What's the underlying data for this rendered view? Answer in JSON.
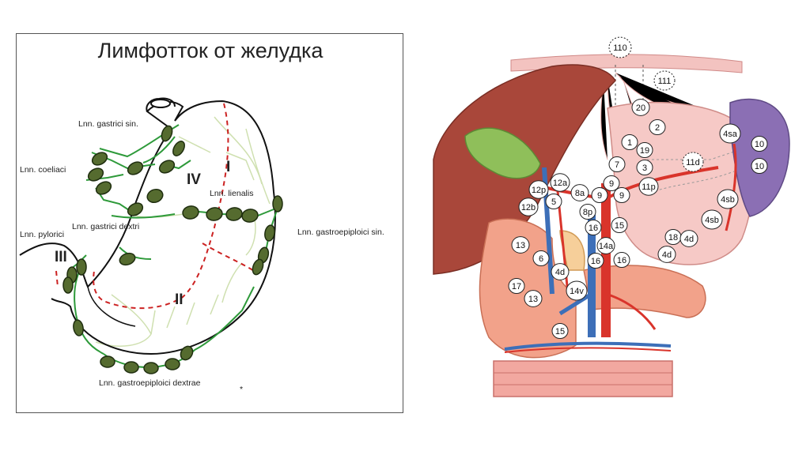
{
  "left": {
    "title": "Лимфотток от желудка",
    "labels": {
      "gastrici_sin": "Lnn. gastrici sin.",
      "coeliaci": "Lnn. coeliaci",
      "lienalis": "Lnn. lienalis",
      "gastrici_dextri": "Lnn. gastrici dextri",
      "pylorici": "Lnn. pylorici",
      "gastroepiploici_sin": "Lnn. gastroepiploici sin.",
      "gastroepiploici_dextrae": "Lnn. gastroepiploici dextrae",
      "asterisk": "*"
    },
    "zones": {
      "I": "I",
      "II": "II",
      "III": "III",
      "IV": "IV"
    }
  },
  "right": {
    "nodes": [
      {
        "id": "n110",
        "label": "110"
      },
      {
        "id": "n111",
        "label": "111"
      },
      {
        "id": "n20",
        "label": "20"
      },
      {
        "id": "n2",
        "label": "2"
      },
      {
        "id": "n1",
        "label": "1"
      },
      {
        "id": "n19",
        "label": "19"
      },
      {
        "id": "n3",
        "label": "3"
      },
      {
        "id": "n7",
        "label": "7"
      },
      {
        "id": "n9a",
        "label": "9"
      },
      {
        "id": "n9b",
        "label": "9"
      },
      {
        "id": "n9c",
        "label": "9"
      },
      {
        "id": "n11p",
        "label": "11p"
      },
      {
        "id": "n11d",
        "label": "11d"
      },
      {
        "id": "n4sa",
        "label": "4sa"
      },
      {
        "id": "n10a",
        "label": "10"
      },
      {
        "id": "n10b",
        "label": "10"
      },
      {
        "id": "n4sb1",
        "label": "4sb"
      },
      {
        "id": "n4sb2",
        "label": "4sb"
      },
      {
        "id": "n18",
        "label": "18"
      },
      {
        "id": "n4d1",
        "label": "4d"
      },
      {
        "id": "n4d2",
        "label": "4d"
      },
      {
        "id": "n12a",
        "label": "12a"
      },
      {
        "id": "n12p",
        "label": "12p"
      },
      {
        "id": "n8a",
        "label": "8a"
      },
      {
        "id": "n12b",
        "label": "12b"
      },
      {
        "id": "n5",
        "label": "5"
      },
      {
        "id": "n8p",
        "label": "8p"
      },
      {
        "id": "n16a",
        "label": "16"
      },
      {
        "id": "n15a",
        "label": "15"
      },
      {
        "id": "n14a",
        "label": "14a"
      },
      {
        "id": "n13a",
        "label": "13"
      },
      {
        "id": "n6",
        "label": "6"
      },
      {
        "id": "n4d3",
        "label": "4d"
      },
      {
        "id": "n16b",
        "label": "16"
      },
      {
        "id": "n16c",
        "label": "16"
      },
      {
        "id": "n17",
        "label": "17"
      },
      {
        "id": "n13b",
        "label": "13"
      },
      {
        "id": "n14v",
        "label": "14v"
      },
      {
        "id": "n15b",
        "label": "15"
      }
    ]
  }
}
